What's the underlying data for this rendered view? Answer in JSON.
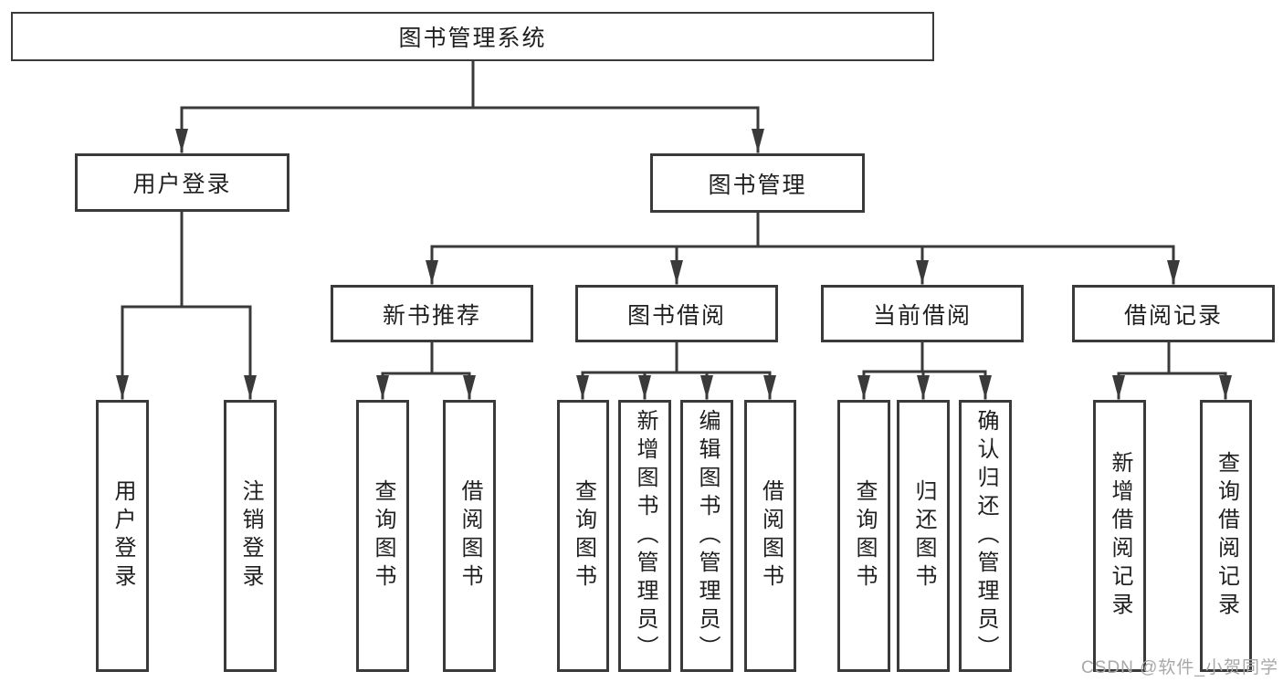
{
  "tree": {
    "label": "图书管理系统",
    "children": [
      {
        "label": "用户登录",
        "children": [
          {
            "label": "用户登录"
          },
          {
            "label": "注销登录"
          }
        ]
      },
      {
        "label": "图书管理",
        "children": [
          {
            "label": "新书推荐",
            "children": [
              {
                "label": "查询图书"
              },
              {
                "label": "借阅图书"
              }
            ]
          },
          {
            "label": "图书借阅",
            "children": [
              {
                "label": "查询图书"
              },
              {
                "label": "新增图书（管理员）"
              },
              {
                "label": "编辑图书（管理员）"
              },
              {
                "label": "借阅图书"
              }
            ]
          },
          {
            "label": "当前借阅",
            "children": [
              {
                "label": "查询图书"
              },
              {
                "label": "归还图书"
              },
              {
                "label": "确认归还（管理员）"
              }
            ]
          },
          {
            "label": "借阅记录",
            "children": [
              {
                "label": "新增借阅记录"
              },
              {
                "label": "查询借阅记录"
              }
            ]
          }
        ]
      }
    ]
  },
  "watermark": {
    "text": "CSDN @软件_小贺同学"
  },
  "colors": {
    "line": "#3a3a3a",
    "box_border": "#3a3a3a",
    "text": "#1f1f1f",
    "watermark": "#a8a8a8",
    "background": "#ffffff"
  }
}
